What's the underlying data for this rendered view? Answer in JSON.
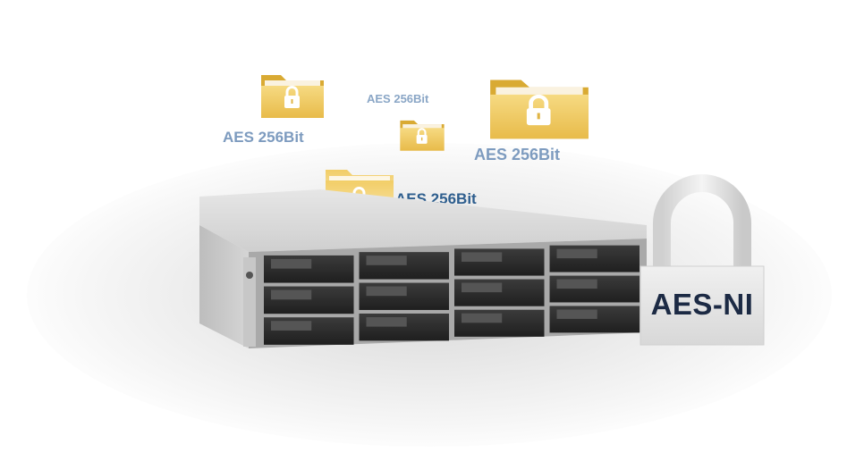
{
  "labels": {
    "folder_top_left": "AES 256Bit",
    "folder_small_center": "AES 256Bit",
    "folder_large_right": "AES 256Bit",
    "folder_front": "AES 256Bit"
  },
  "padlock": {
    "text": "AES-NI"
  },
  "colors": {
    "folder_yellow": "#f2cf6a",
    "folder_shadow": "#d9aa33",
    "label_light_blue": "#7d9bbf",
    "label_dark_blue": "#2e5e8e",
    "padlock_body": "#e4e4e4",
    "padlock_text": "#1c2a44",
    "server_chassis": "#d4d4d4",
    "drive_bay": "#2a2a2a"
  },
  "icons": [
    "folder-lock-icon",
    "padlock-icon",
    "nas-server-icon"
  ]
}
